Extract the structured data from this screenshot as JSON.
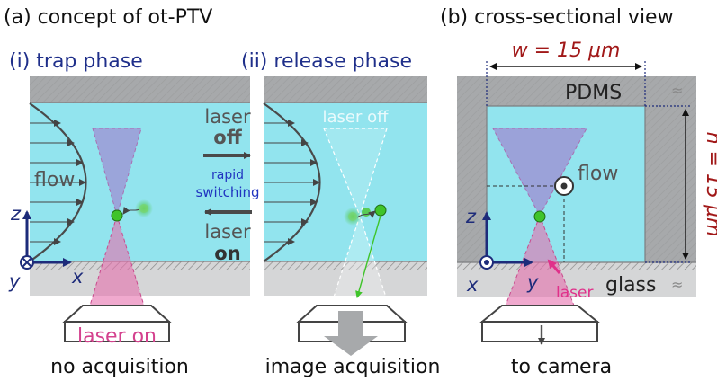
{
  "panel_a": {
    "heading": "(a)  concept of ot-PTV",
    "trap": {
      "title": "(i) trap phase",
      "flow_label": "flow",
      "axis_z": "z",
      "axis_x": "x",
      "axis_y": "y",
      "laser_label": "laser on",
      "caption": "no acquisition"
    },
    "switch": {
      "laser_off_line1": "laser",
      "laser_off_line2": "off",
      "rapid_line1": "rapid",
      "rapid_line2": "switching",
      "laser_on_line1": "laser",
      "laser_on_line2": "on"
    },
    "release": {
      "title": "(ii) release phase",
      "laser_off_label": "laser off",
      "caption": "image acquisition"
    }
  },
  "panel_b": {
    "heading": "(b)  cross-sectional view",
    "width_label": "w = 15 µm",
    "height_label": "h = 15 µm",
    "pdms_label": "PDMS",
    "glass_label": "glass",
    "flow_label": "flow",
    "axis_z": "z",
    "axis_x": "x",
    "axis_y": "y",
    "laser_label": "laser",
    "caption": "to camera"
  },
  "colors": {
    "title_blue": "#1f2f8a",
    "dimension_red": "#a11818",
    "channel_cyan": "#92e4ee",
    "laser_pink": "#e05aa0",
    "particle_green": "#3fc42a",
    "wall_gray": "#a7a9ab",
    "axis_navy": "#1d2b7a"
  }
}
